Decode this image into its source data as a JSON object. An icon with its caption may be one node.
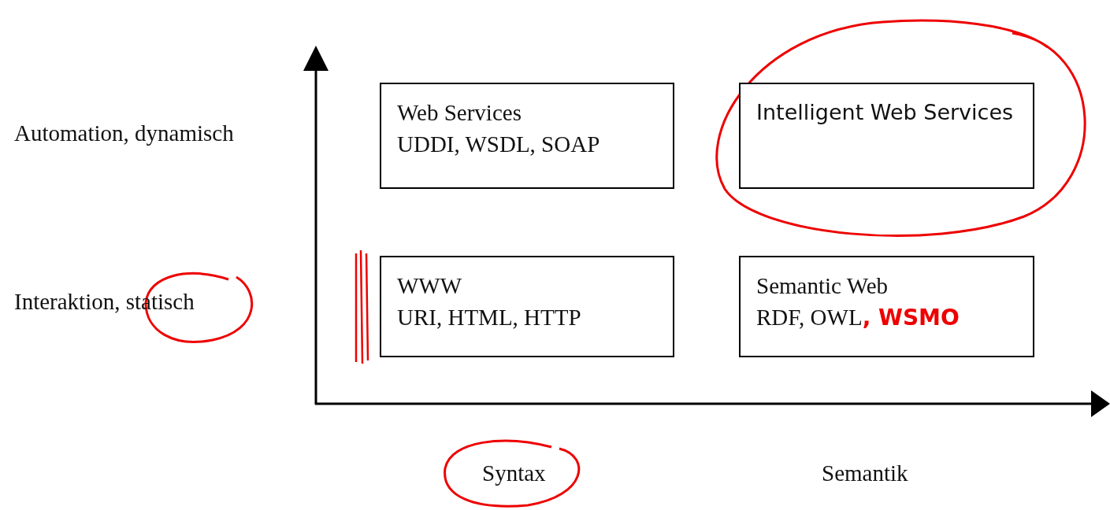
{
  "diagram": {
    "nodes": [
      {
        "text": [
          "Web Services",
          "UDDI, WSDL, SOAP"
        ]
      },
      {
        "text": [
          "Intelligent Web Services"
        ]
      },
      {
        "text": [
          "WWW",
          "URI, HTML, HTTP"
        ]
      },
      {
        "text": [
          "Semantic Web",
          "RDF, OWL",
          ", WSMO"
        ]
      }
    ],
    "edges": [],
    "labels": [
      "Automation, dynamisch",
      "Interaktion, statisch",
      "Syntax",
      "Semantik"
    ]
  }
}
